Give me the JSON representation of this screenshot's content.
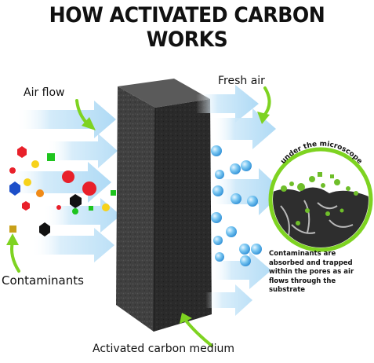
{
  "title": "HOW ACTIVATED CARBON WORKS",
  "labels": {
    "air_flow": "Air flow",
    "fresh_air": "Fresh air",
    "contaminants": "Contaminants",
    "medium": "Activated carbon medium",
    "microscope": "under the microscope"
  },
  "description": [
    "Contaminants are",
    "absorbed and trapped",
    "within the pores as air",
    "flows through the",
    "substrate"
  ],
  "colors": {
    "arrow": "#a9d8f5",
    "arrow_pale": "#e3f3fc",
    "pointer": "#7ed321",
    "carbon_front": "#3f3f3f",
    "carbon_side": "#2b2b2b",
    "carbon_top": "#555555",
    "bubble": "#5bb8ee",
    "microscope_ring": "#7ed321"
  },
  "contaminant_colors": [
    "#e8202a",
    "#1d4fc9",
    "#f7d21a",
    "#1ec41e",
    "#f08a17",
    "#111111",
    "#c8a018"
  ]
}
